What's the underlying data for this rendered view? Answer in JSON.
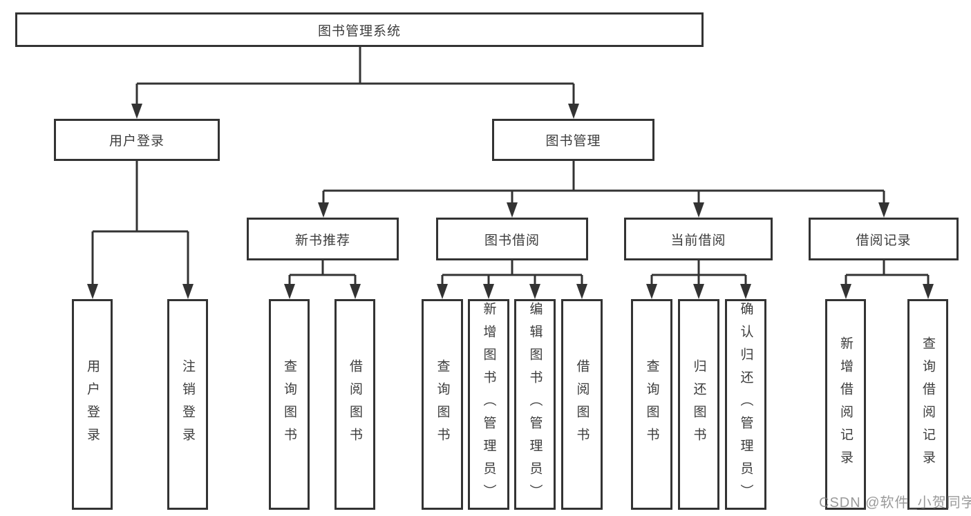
{
  "diagram": {
    "root": "图书管理系统",
    "nodes": {
      "user_login": "用户登录",
      "book_mgmt": "图书管理",
      "new_books": "新书推荐",
      "book_borrow": "图书借阅",
      "current_borrow": "当前借阅",
      "borrow_records": "借阅记录"
    },
    "leaves": {
      "user_login": [
        "用户登录",
        "注销登录"
      ],
      "new_books": [
        "查询图书",
        "借阅图书"
      ],
      "book_borrow": [
        "查询图书",
        "新增图书（管理员）",
        "编辑图书（管理员）",
        "借阅图书"
      ],
      "current_borrow": [
        "查询图书",
        "归还图书",
        "确认归还（管理员）"
      ],
      "borrow_records": [
        "新增借阅记录",
        "查询借阅记录"
      ]
    },
    "line_color": "#333333"
  },
  "watermark": "CSDN @软件_小贺同学"
}
